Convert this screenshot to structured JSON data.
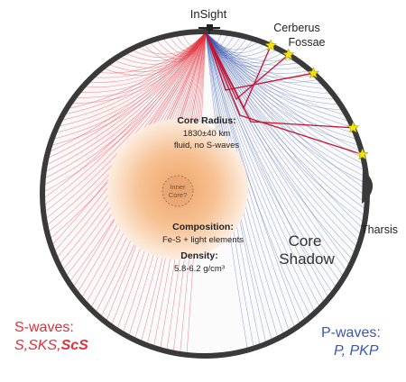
{
  "labels": {
    "lander": "InSight",
    "cerberus_line1": "Cerberus",
    "cerberus_line2": "Fossae",
    "tharsis": "Tharsis",
    "core_shadow_line1": "Core",
    "core_shadow_line2": "Shadow",
    "inner_core_line1": "Inner",
    "inner_core_line2": "Core?"
  },
  "core_info": {
    "radius_title": "Core Radius:",
    "radius_value": "1830±40 km",
    "radius_note": "fluid, no S-waves",
    "composition_title": "Composition:",
    "composition_value": "Fe-S + light elements",
    "density_title": "Density:",
    "density_value": "5.8-6.2 g/cm³"
  },
  "legend": {
    "s_title": "S-waves:",
    "s_list_regular": "S,SKS,",
    "s_list_bold": "ScS",
    "p_title": "P-waves:",
    "p_list": "P, PKP"
  },
  "colors": {
    "s_wave": "#e0303a",
    "p_wave": "#3a56b0",
    "mantle_outline": "#3a3a3a",
    "core_center": "#f2b37a",
    "core_edge": "#fbe3cf",
    "star": "#f5e400",
    "scs_path": "#c8102e"
  }
}
